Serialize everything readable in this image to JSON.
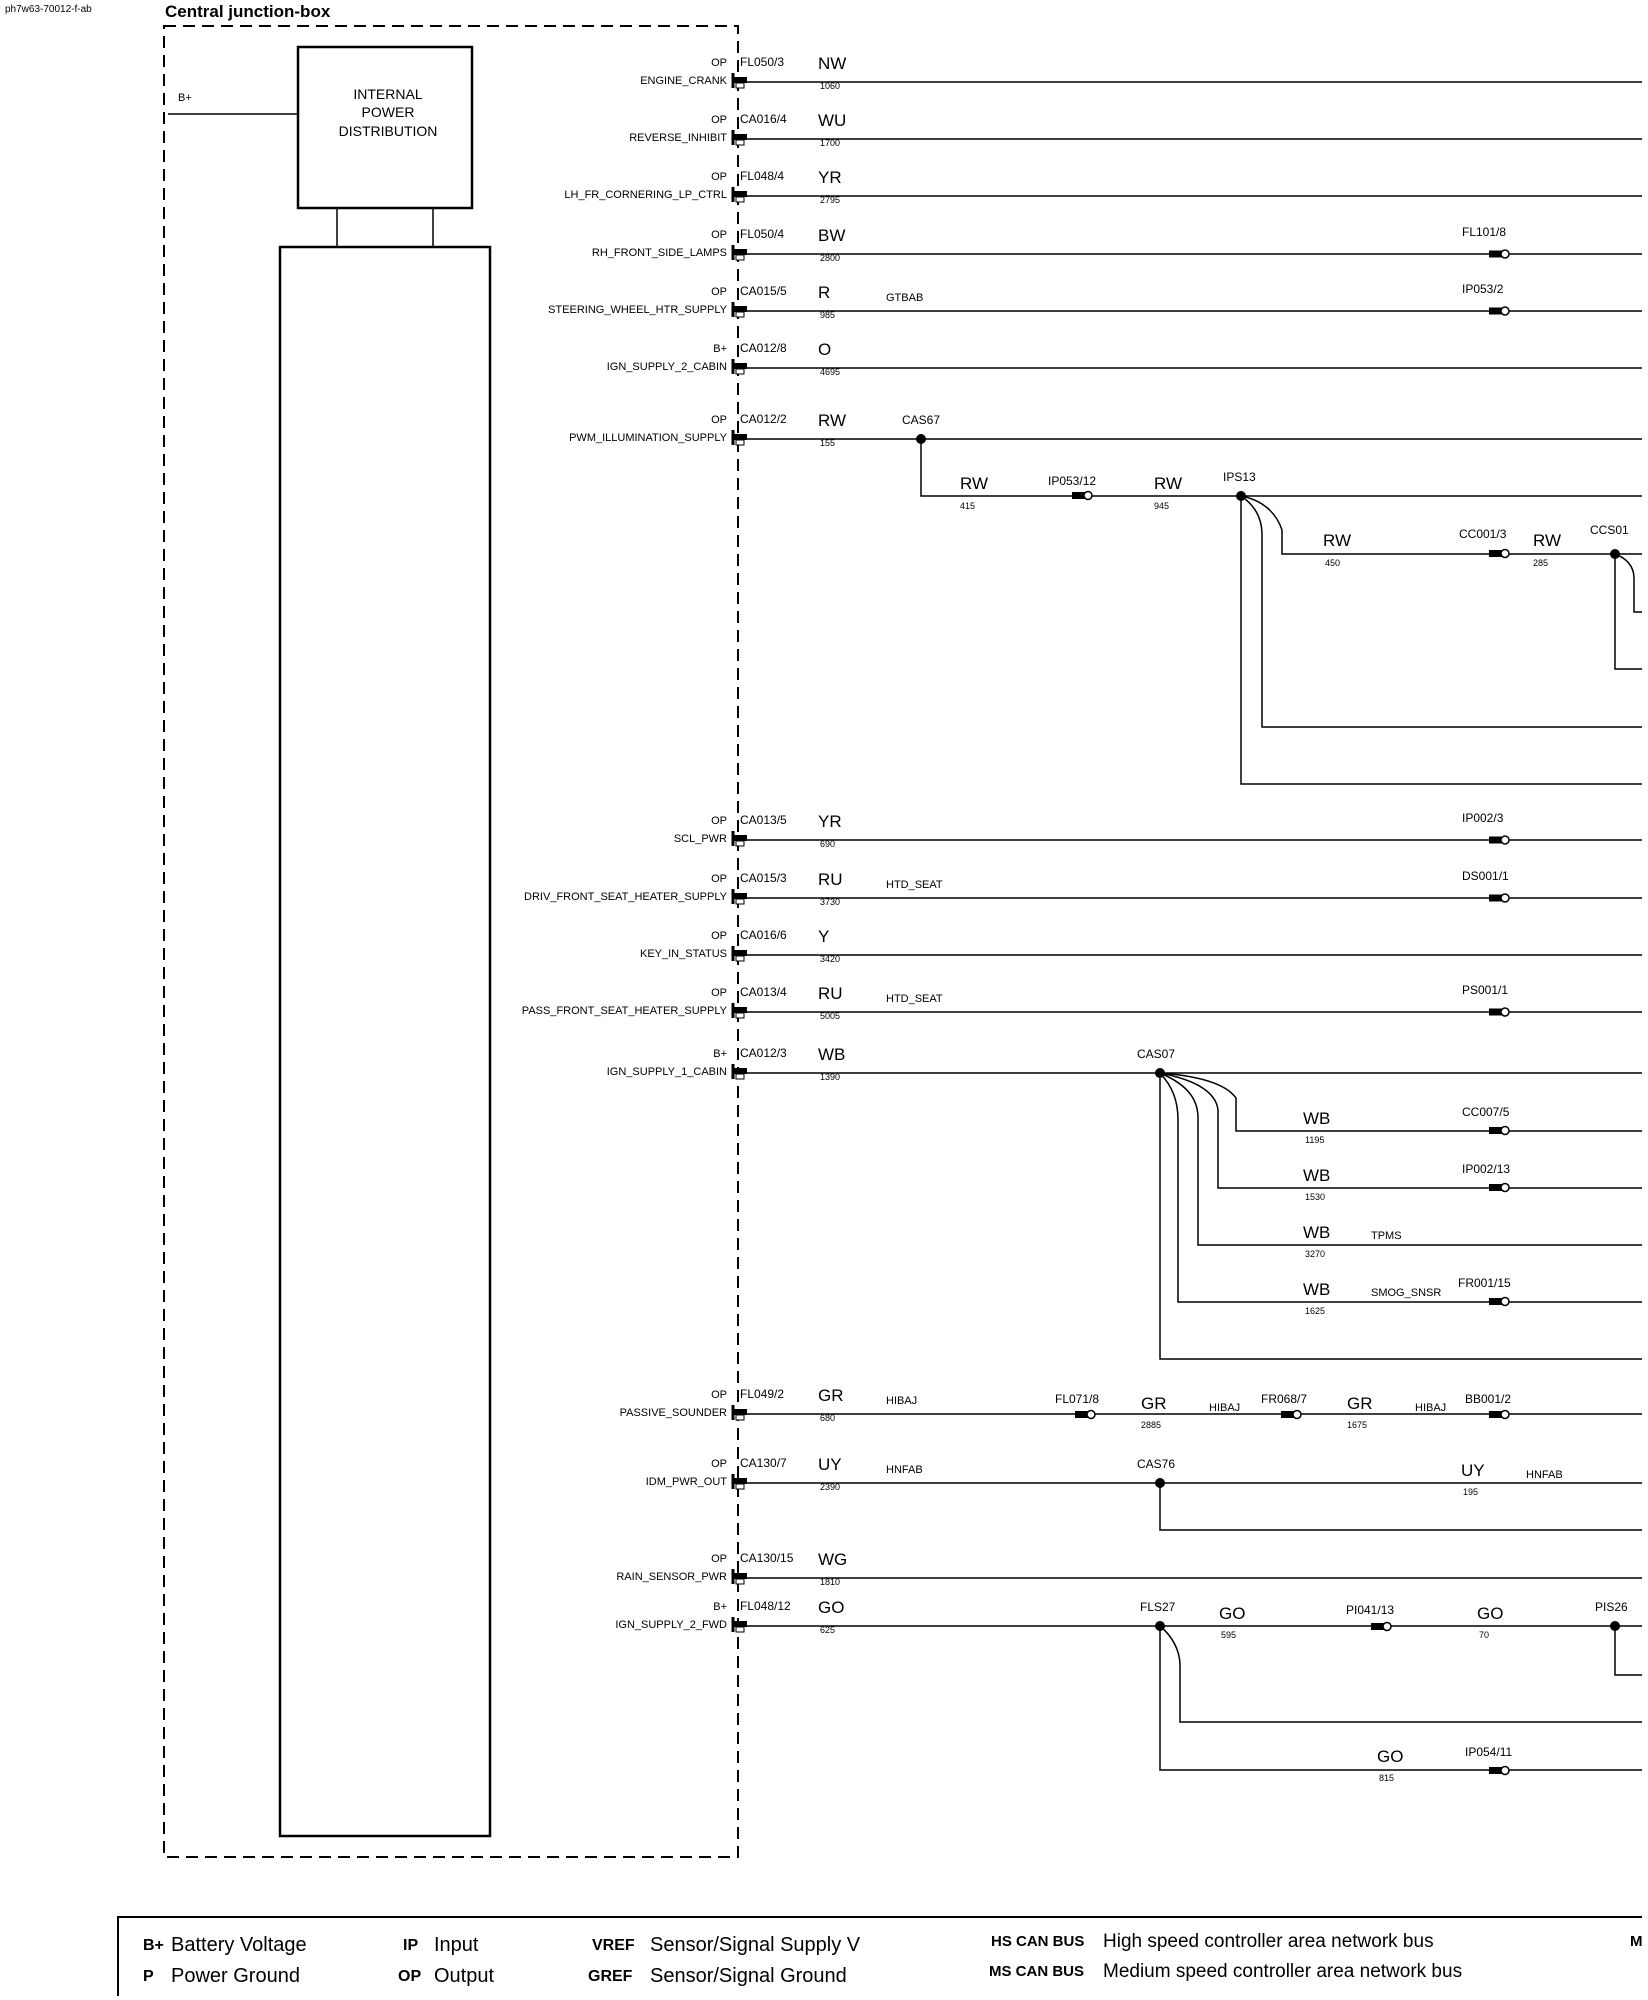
{
  "doc_id": "ph7w63-70012-f-ab",
  "title": "Central junction-box",
  "bplus_label": "B+",
  "internal_box": [
    "INTERNAL",
    "POWER",
    "DISTRIBUTION"
  ],
  "circuits": [
    {
      "op": "OP",
      "signal": "ENGINE_CRANK",
      "pin": "FL050/3",
      "color": "NW",
      "num": "1060"
    },
    {
      "op": "OP",
      "signal": "REVERSE_INHIBIT",
      "pin": "CA016/4",
      "color": "WU",
      "num": "1700"
    },
    {
      "op": "OP",
      "signal": "LH_FR_CORNERING_LP_CTRL",
      "pin": "FL048/4",
      "color": "YR",
      "num": "2795"
    },
    {
      "op": "OP",
      "signal": "RH_FRONT_SIDE_LAMPS",
      "pin": "FL050/4",
      "color": "BW",
      "num": "2800",
      "connector": "FL101/8"
    },
    {
      "op": "OP",
      "signal": "STEERING_WHEEL_HTR_SUPPLY",
      "pin": "CA015/5",
      "color": "R",
      "num": "985",
      "tag": "GTBAB",
      "connector": "IP053/2"
    },
    {
      "op": "B+",
      "signal": "IGN_SUPPLY_2_CABIN",
      "pin": "CA012/8",
      "color": "O",
      "num": "4695"
    },
    {
      "op": "OP",
      "signal": "PWM_ILLUMINATION_SUPPLY",
      "pin": "CA012/2",
      "color": "RW",
      "num": "155"
    },
    {
      "op": "OP",
      "signal": "SCL_PWR",
      "pin": "CA013/5",
      "color": "YR",
      "num": "690",
      "connector": "IP002/3"
    },
    {
      "op": "OP",
      "signal": "DRIV_FRONT_SEAT_HEATER_SUPPLY",
      "pin": "CA015/3",
      "color": "RU",
      "num": "3730",
      "tag": "HTD_SEAT",
      "connector": "DS001/1"
    },
    {
      "op": "OP",
      "signal": "KEY_IN_STATUS",
      "pin": "CA016/6",
      "color": "Y",
      "num": "3420"
    },
    {
      "op": "OP",
      "signal": "PASS_FRONT_SEAT_HEATER_SUPPLY",
      "pin": "CA013/4",
      "color": "RU",
      "num": "5005",
      "tag": "HTD_SEAT",
      "connector": "PS001/1"
    },
    {
      "op": "B+",
      "signal": "IGN_SUPPLY_1_CABIN",
      "pin": "CA012/3",
      "color": "WB",
      "num": "1390"
    },
    {
      "op": "OP",
      "signal": "PASSIVE_SOUNDER",
      "pin": "FL049/2",
      "color": "GR",
      "num": "680",
      "tag": "HIBAJ"
    },
    {
      "op": "OP",
      "signal": "IDM_PWR_OUT",
      "pin": "CA130/7",
      "color": "UY",
      "num": "2390",
      "tag": "HNFAB"
    },
    {
      "op": "OP",
      "signal": "RAIN_SENSOR_PWR",
      "pin": "CA130/15",
      "color": "WG",
      "num": "1810"
    },
    {
      "op": "B+",
      "signal": "IGN_SUPPLY_2_FWD",
      "pin": "FL048/12",
      "color": "GO",
      "num": "625"
    }
  ],
  "branches": {
    "pwm": {
      "cas67": "CAS67",
      "seg1_color": "RW",
      "seg1_num": "415",
      "ip053_12": "IP053/12",
      "seg2_color": "RW",
      "seg2_num": "945",
      "ips13": "IPS13",
      "seg3_color": "RW",
      "seg3_num": "450",
      "cc001_3": "CC001/3",
      "seg4_color": "RW",
      "seg4_num": "285",
      "ccs01": "CCS01"
    },
    "ign1": {
      "cas07": "CAS07",
      "b1_color": "WB",
      "b1_num": "1195",
      "b1_conn": "CC007/5",
      "b2_color": "WB",
      "b2_num": "1530",
      "b2_conn": "IP002/13",
      "b3_color": "WB",
      "b3_num": "3270",
      "b3_tag": "TPMS",
      "b4_color": "WB",
      "b4_num": "1625",
      "b4_tag": "SMOG_SNSR",
      "b4_conn": "FR001/15"
    },
    "sounder": {
      "fl071_8": "FL071/8",
      "seg2_color": "GR",
      "seg2_num": "2885",
      "seg2_tag": "HIBAJ",
      "fr068_7": "FR068/7",
      "seg3_color": "GR",
      "seg3_num": "1675",
      "seg3_tag": "HIBAJ",
      "bb001_2": "BB001/2"
    },
    "idm": {
      "cas76": "CAS76",
      "seg2_color": "UY",
      "seg2_num": "195",
      "seg2_tag": "HNFAB"
    },
    "ign2fwd": {
      "fls27": "FLS27",
      "seg2_color": "GO",
      "seg2_num": "595",
      "pi041_13": "PI041/13",
      "seg3_color": "GO",
      "seg3_num": "70",
      "pis26": "PIS26",
      "seg4_color": "GO",
      "seg4_num": "815",
      "ip054_11": "IP054/11"
    }
  },
  "legend": {
    "bplus_abbr": "B+",
    "bplus_text": "Battery Voltage",
    "p_abbr": "P",
    "p_text": "Power Ground",
    "ip_abbr": "IP",
    "ip_text": "Input",
    "op_abbr": "OP",
    "op_text": "Output",
    "vref_abbr": "VREF",
    "vref_text": "Sensor/Signal Supply V",
    "gref_abbr": "GREF",
    "gref_text": "Sensor/Signal Ground",
    "hs_abbr": "HS CAN BUS",
    "hs_text": "High speed controller area network bus",
    "ms_abbr": "MS CAN BUS",
    "ms_text": "Medium speed controller area network bus",
    "cut_char": "M"
  }
}
